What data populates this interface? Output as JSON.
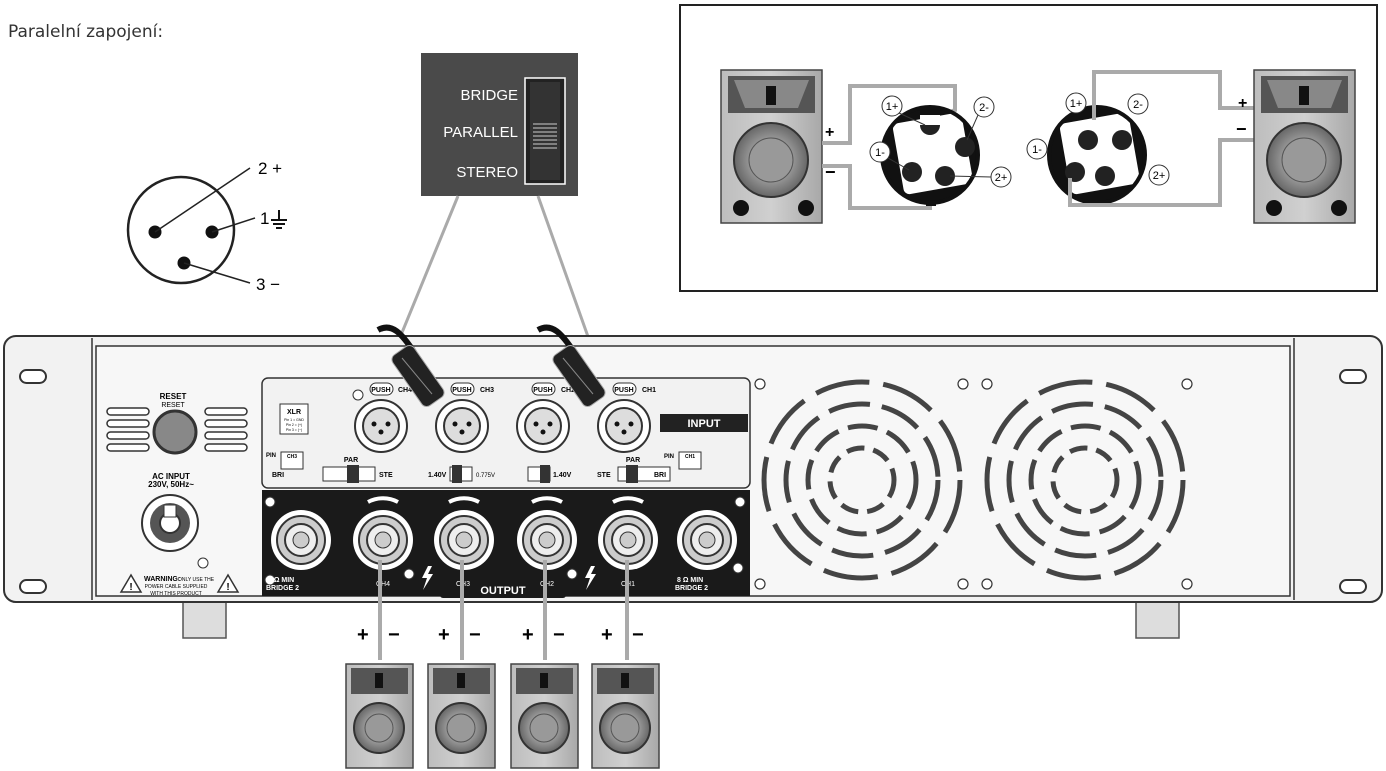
{
  "heading": "Paralelní zapojení:",
  "xlr_pins": {
    "pin2": "2 +",
    "pin1": "1",
    "pin3": "3 −"
  },
  "mode_switch": {
    "bridge": "BRIDGE",
    "parallel": "PARALLEL",
    "stereo": "STEREO"
  },
  "speakon_labels": {
    "a_1p": "1+",
    "a_1m": "1-",
    "a_2m": "2-",
    "a_2p": "2+",
    "b_1p": "1+",
    "b_1m": "1-",
    "b_2m": "2-",
    "b_2p": "2+",
    "left_plus": "+",
    "left_minus": "−",
    "right_plus": "+",
    "right_minus": "−"
  },
  "amp": {
    "reset_label": "RESET",
    "reset_label2": "RESET",
    "ac_input": "AC INPUT",
    "ac_voltage": "230V, 50Hz~",
    "warning_label": "WARNING:",
    "warning_text1": "ONLY USE THE",
    "warning_text2": "POWER CABLE SUPPLIED",
    "warning_text3": "WITH THIS PRODUCT",
    "xlr": "XLR",
    "xlr_pins": [
      "Pin 1 = GND",
      "Pin 2 = (+)",
      "Pin 3 = (−)"
    ],
    "pin_label_left": "PIN",
    "ch3_box": "CH3",
    "pin_label_right": "PIN",
    "ch1_box": "CH1",
    "push": "PUSH",
    "channels_in": [
      "CH4",
      "CH3",
      "CH2",
      "CH1"
    ],
    "input_label": "INPUT",
    "bri_left": "BRI",
    "par_left": "PAR",
    "ste_left": "STE",
    "sens_left": "1.40V",
    "sens_mid": "0.775V",
    "sens_right": "1.40V",
    "ste_right": "STE",
    "par_right": "PAR",
    "bri_right": "BRI",
    "ohm_left": "8 Ω MIN",
    "bridge_left": "BRIDGE 2",
    "ohm_right": "8 Ω MIN",
    "bridge_right": "BRIDGE 2",
    "channels_out": [
      "CH4",
      "CH3",
      "CH2",
      "CH1"
    ],
    "output_label": "OUTPUT"
  },
  "output_polarity": [
    "+",
    "−",
    "+",
    "−",
    "+",
    "−",
    "+",
    "−"
  ]
}
